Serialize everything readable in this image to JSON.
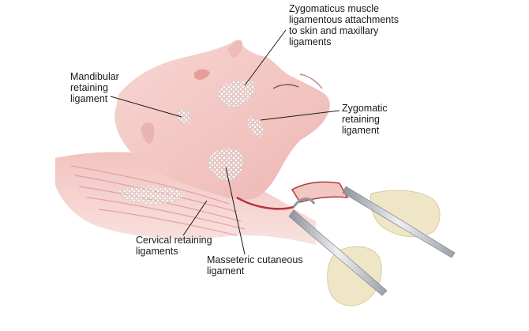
{
  "labels": {
    "zygomaticus": "Zygomaticus muscle\nligamentous attachments\nto skin and maxillary\nligaments",
    "mandibular": "Mandibular\nretaining\nligament",
    "zygomatic": "Zygomatic\nretaining\nligament",
    "cervical": "Cervical retaining\nligaments",
    "masseteric": "Masseteric cutaneous\nligament"
  },
  "colors": {
    "skin": "#f4cbc6",
    "skin_shadow": "#e8a7a3",
    "muscle": "#e9a0a5",
    "ligament": "#ffffff",
    "wound": "#b8353f",
    "glove": "#efe6c8",
    "instrument": "#c9ccd2",
    "leader": "#1a1a1a"
  }
}
